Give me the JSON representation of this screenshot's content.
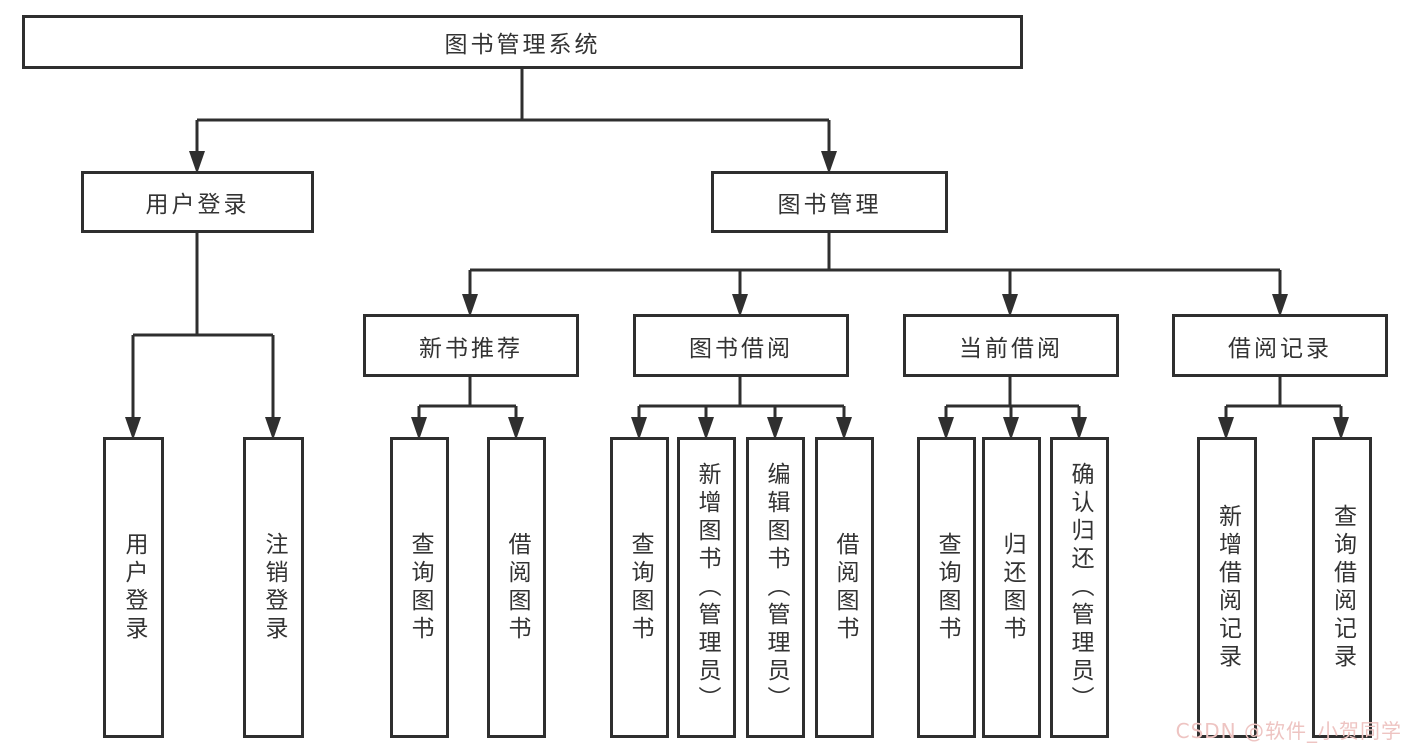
{
  "diagram": {
    "title": "图书管理系统",
    "root": {
      "label": "图书管理系统"
    },
    "level2": [
      {
        "label": "用户登录"
      },
      {
        "label": "图书管理"
      }
    ],
    "level3": [
      {
        "label": "新书推荐",
        "parent": "图书管理"
      },
      {
        "label": "图书借阅",
        "parent": "图书管理"
      },
      {
        "label": "当前借阅",
        "parent": "图书管理"
      },
      {
        "label": "借阅记录",
        "parent": "图书管理"
      }
    ],
    "leaves": [
      {
        "label": "用户登录",
        "parent": "用户登录"
      },
      {
        "label": "注销登录",
        "parent": "用户登录"
      },
      {
        "label": "查询图书",
        "parent": "新书推荐"
      },
      {
        "label": "借阅图书",
        "parent": "新书推荐"
      },
      {
        "label": "查询图书",
        "parent": "图书借阅"
      },
      {
        "label": "新增图书（管理员）",
        "parent": "图书借阅"
      },
      {
        "label": "编辑图书（管理员）",
        "parent": "图书借阅"
      },
      {
        "label": "借阅图书",
        "parent": "图书借阅"
      },
      {
        "label": "查询图书",
        "parent": "当前借阅"
      },
      {
        "label": "归还图书",
        "parent": "当前借阅"
      },
      {
        "label": "确认归还（管理员）",
        "parent": "当前借阅"
      },
      {
        "label": "新增借阅记录",
        "parent": "借阅记录"
      },
      {
        "label": "查询借阅记录",
        "parent": "借阅记录"
      }
    ],
    "watermark": "CSDN @软件_小贺同学",
    "colors": {
      "line": "#2f2f2f",
      "text": "#333333",
      "watermark": "#eec4c2",
      "background": "#ffffff"
    }
  }
}
